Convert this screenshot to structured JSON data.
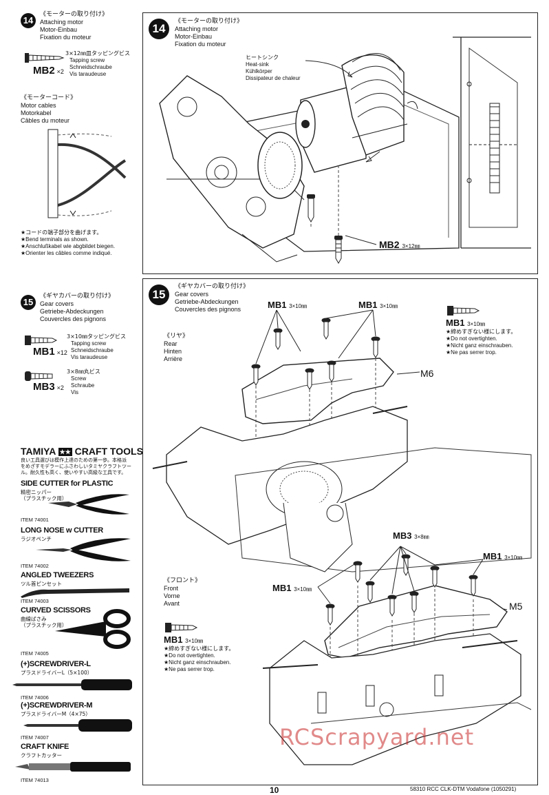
{
  "left": {
    "step14": {
      "num": "14",
      "jp": "《モーターの取り付け》",
      "en": "Attaching motor",
      "de": "Motor-Einbau",
      "fr": "Fixation du moteur",
      "part": {
        "code": "MB2",
        "qty": "×2",
        "jp": "3×12㎜皿タッピングビス",
        "en": "Tapping screw",
        "de": "Schneidschraube",
        "fr": "Vis taraudeuse"
      }
    },
    "cables": {
      "jp": "《モーターコード》",
      "en": "Motor cables",
      "de": "Motorkabel",
      "fr": "Câbles du moteur",
      "notes": [
        "★コードの端子部分を曲げます。",
        "★Bend terminals as shown.",
        "★Anschlußkabel wie abgbildet biegen.",
        "★Orienter les câbles comme indiqué."
      ]
    },
    "step15": {
      "num": "15",
      "jp": "《ギヤカバーの取り付け》",
      "en": "Gear covers",
      "de": "Getriebe-Abdeckungen",
      "fr": "Couvercles des pignons",
      "parts": [
        {
          "code": "MB1",
          "qty": "×12",
          "jp": "3×10㎜タッピングビス",
          "en": "Tapping screw",
          "de": "Schneidschraube",
          "fr": "Vis taraudeuse"
        },
        {
          "code": "MB3",
          "qty": "×2",
          "jp": "3×8㎜丸ビス",
          "en": "Screw",
          "de": "Schraube",
          "fr": "Vis"
        }
      ]
    },
    "tools": {
      "brand": "TAMIYA",
      "title": "CRAFT TOOLS",
      "intro": [
        "良い工具選びは模作上達のための第一歩。本格派",
        "をめざすモデラーにふさわしいタミヤクラフトツー",
        "ル。耐久性も高く、使いやすい高級な工具です。"
      ],
      "items": [
        {
          "name": "SIDE CUTTER for PLASTIC",
          "jp1": "精密ニッパー",
          "jp2": "（プラスチック用）",
          "item": "ITEM 74001"
        },
        {
          "name": "LONG NOSE w CUTTER",
          "jp1": "ラジオペンチ",
          "jp2": "",
          "item": "ITEM 74002"
        },
        {
          "name": "ANGLED TWEEZERS",
          "jp1": "ツル首ピンセット",
          "jp2": "",
          "item": "ITEM 74003"
        },
        {
          "name": "CURVED SCISSORS",
          "jp1": "曲線ばさみ",
          "jp2": "（プラスチック用）",
          "item": "ITEM 74005"
        },
        {
          "name": "(+)SCREWDRIVER-L",
          "jp1": "プラスドライバーL（5×100）",
          "jp2": "",
          "item": "ITEM 74006"
        },
        {
          "name": "(+)SCREWDRIVER-M",
          "jp1": "プラスドライバーM（4×75）",
          "jp2": "",
          "item": "ITEM 74007"
        },
        {
          "name": "CRAFT KNIFE",
          "jp1": "クラフトカッター",
          "jp2": "",
          "item": "ITEM 74013"
        }
      ]
    }
  },
  "panel14": {
    "num": "14",
    "jp": "《モーターの取り付け》",
    "en": "Attaching motor",
    "de": "Motor-Einbau",
    "fr": "Fixation du moteur",
    "heatsink": {
      "jp": "ヒートシンク",
      "en": "Heat-sink",
      "de": "Kühlkörper",
      "fr": "Dissipateur de chaleur"
    },
    "callout": {
      "code": "MB2",
      "size": "3×12㎜"
    }
  },
  "panel15": {
    "num": "15",
    "jp": "《ギヤカバーの取り付け》",
    "en": "Gear covers",
    "de": "Getriebe-Abdeckungen",
    "fr": "Couvercles des pignons",
    "rear": {
      "jp": "《リヤ》",
      "en": "Rear",
      "de": "Hinten",
      "fr": "Arrière"
    },
    "front": {
      "jp": "《フロント》",
      "en": "Front",
      "de": "Vorne",
      "fr": "Avant"
    },
    "mb1": {
      "code": "MB1",
      "size": "3×10㎜"
    },
    "mb3": {
      "code": "MB3",
      "size": "3×8㎜"
    },
    "m6": "M6",
    "m5": "M5",
    "warning": [
      "★締めすぎない様にします。",
      "★Do not overtighten.",
      "★Nicht ganz einschrauben.",
      "★Ne pas serrer trop."
    ]
  },
  "footer": {
    "page": "10",
    "ref": "58310  RCC CLK-DTM Vodafone (1050291)"
  },
  "watermark": "RCScrapyard.net"
}
